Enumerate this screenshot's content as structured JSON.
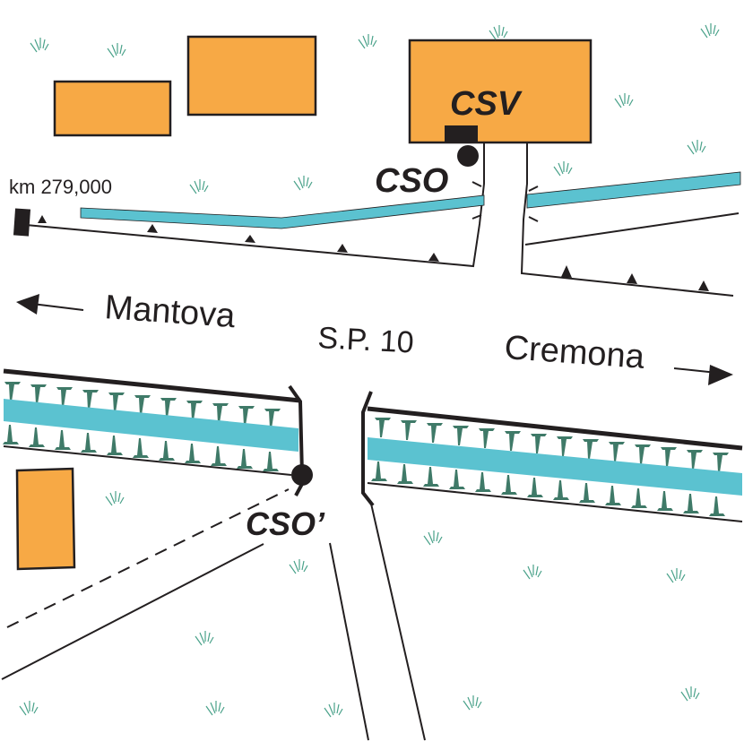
{
  "map": {
    "road_name": "S.P. 10",
    "direction_west": "Mantova",
    "direction_east": "Cremona",
    "kilometer_marker": "km 279,000",
    "buildings_labels": {
      "csv": "CSV"
    },
    "points": {
      "cso": "CSO",
      "cso_prime": "CSO’"
    },
    "colors": {
      "building_fill": "#f7a945",
      "outline": "#231f20",
      "water": "#5bc2d0",
      "tree": "#3f7a68",
      "grass": "#4aa28a",
      "background": "#ffffff"
    }
  }
}
